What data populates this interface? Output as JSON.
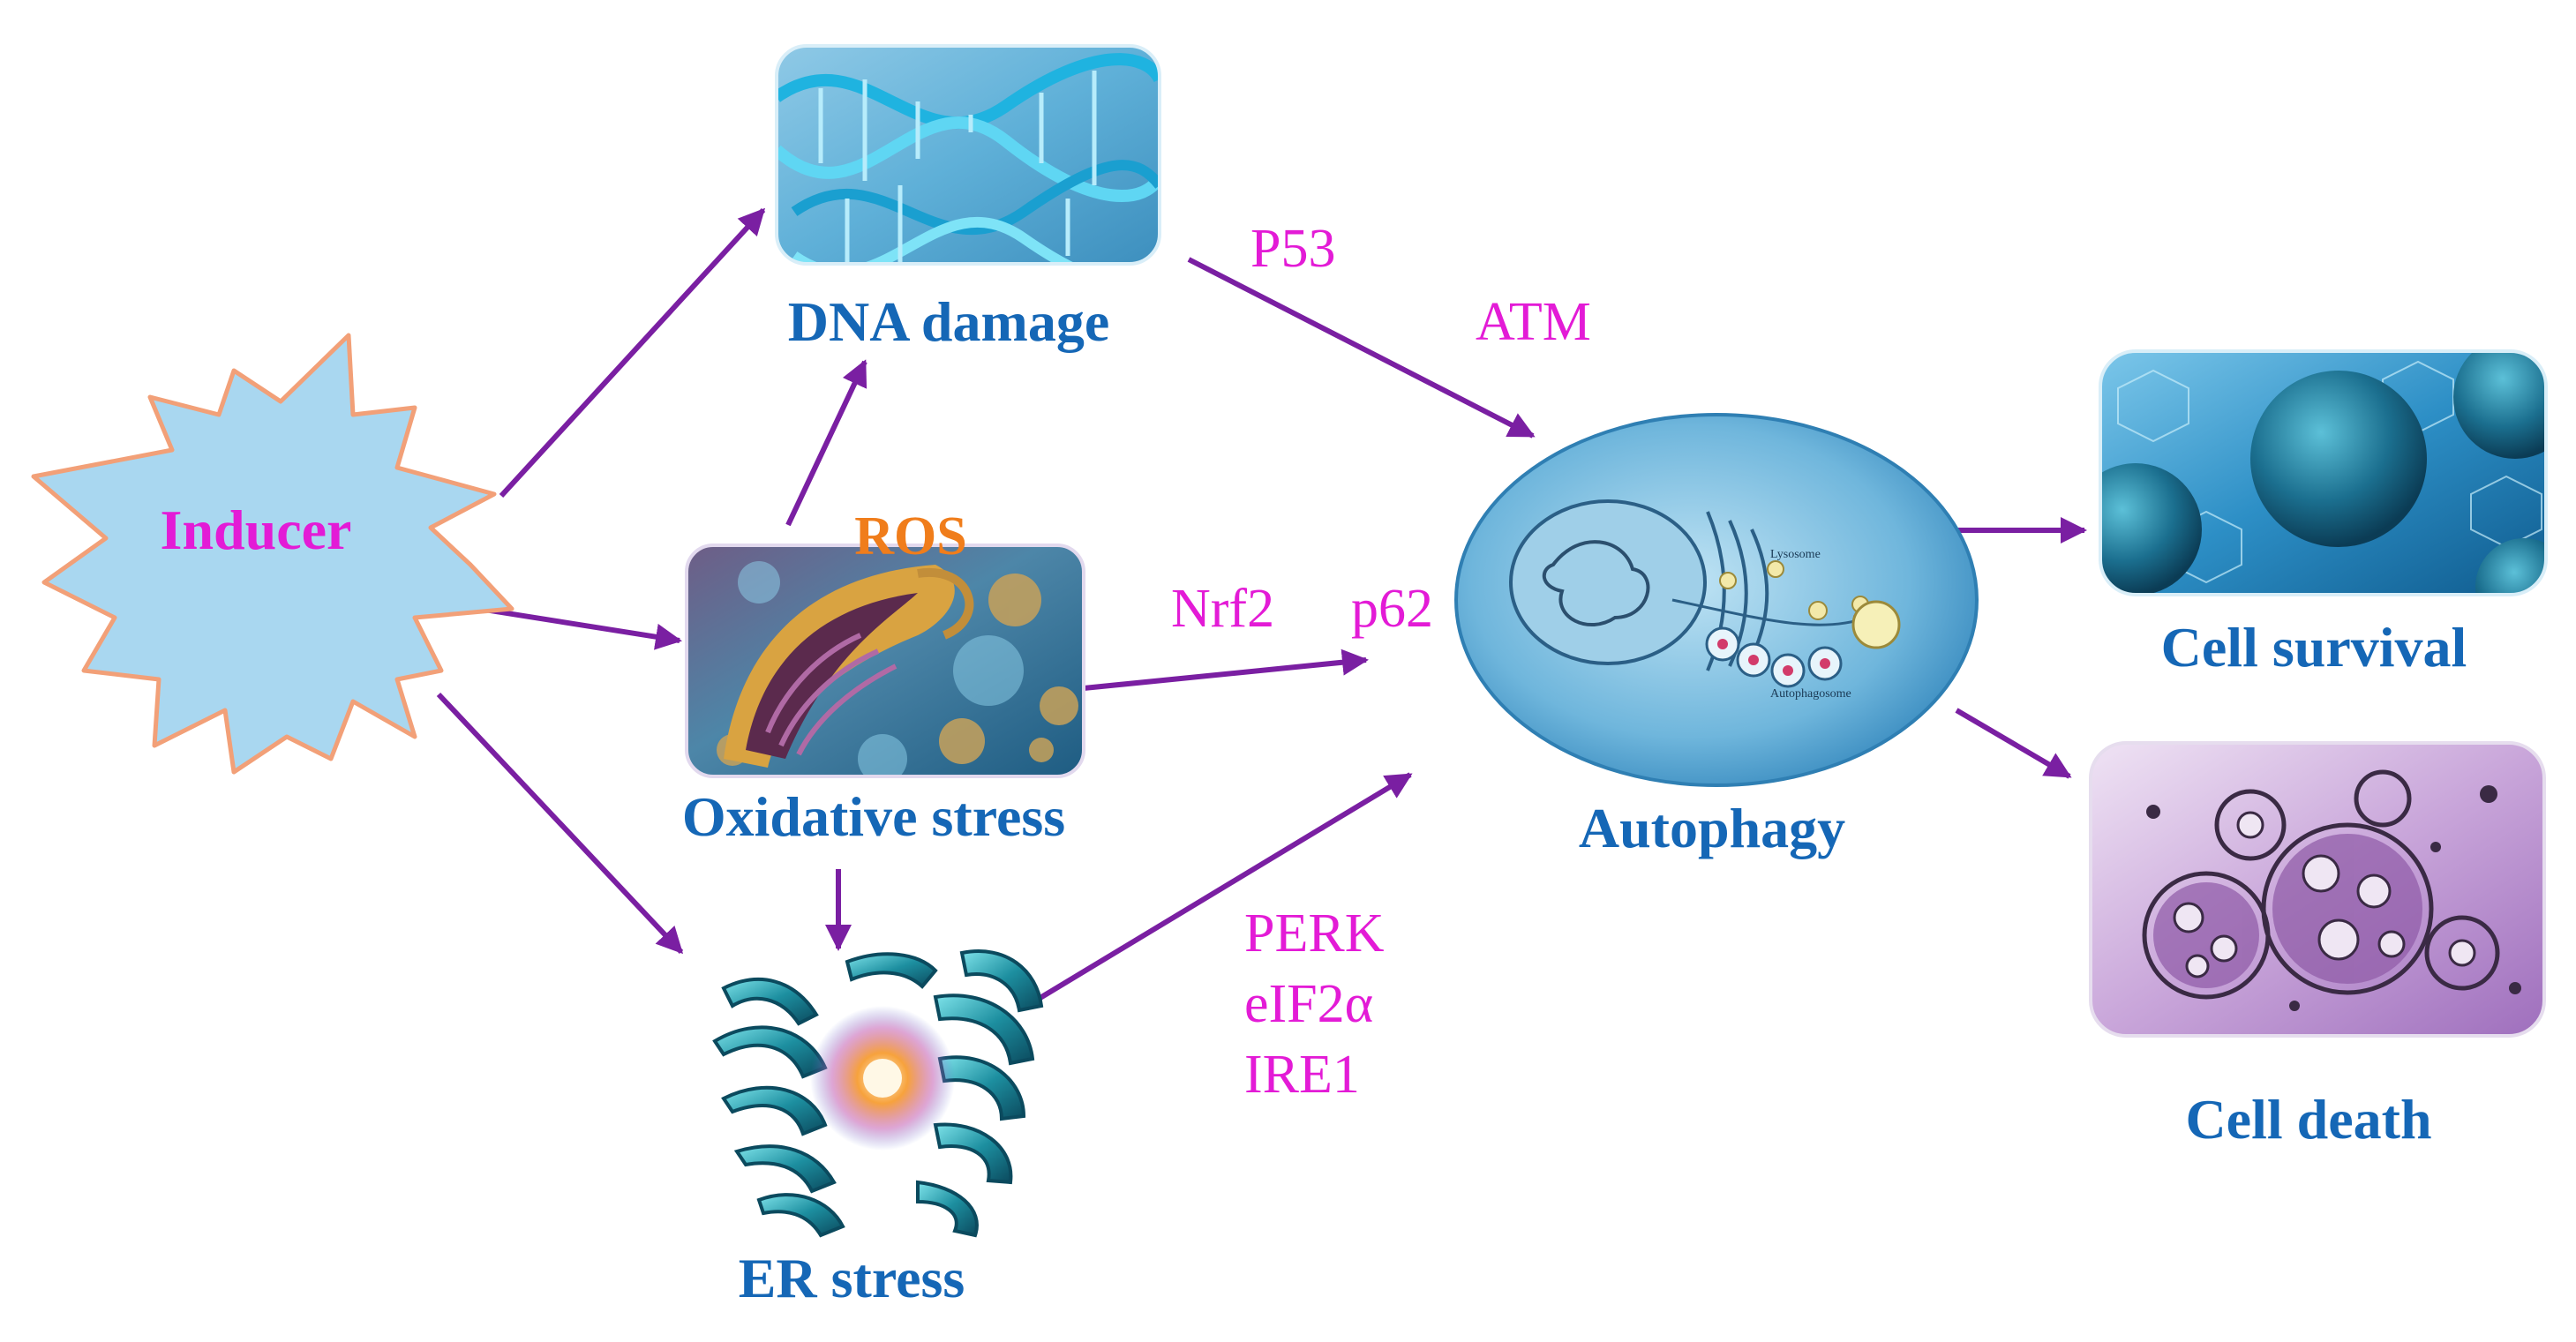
{
  "colors": {
    "arrow": "#7a1fa2",
    "node_title": "#1567b6",
    "pathway_label": "#e31bd6",
    "inducer_label": "#e31bd6",
    "ros_label": "#f07d1b",
    "starburst_fill": "#a9d7f0",
    "starburst_stroke": "#f2a078"
  },
  "nodes": {
    "inducer": {
      "label": "Inducer",
      "icon": "starburst-icon"
    },
    "dna_damage": {
      "label": "DNA damage",
      "icon": "dna-helix-icon"
    },
    "oxidative_stress": {
      "label": "Oxidative stress",
      "icon": "mitochondrion-icon",
      "overlay_label": "ROS"
    },
    "er_stress": {
      "label": "ER stress",
      "icon": "endoplasmic-reticulum-icon"
    },
    "autophagy": {
      "label": "Autophagy",
      "icon": "cell-icon",
      "inner_labels": {
        "lysosome": "Lysosome",
        "autophagosome": "Autophagosome"
      }
    },
    "cell_survival": {
      "label": "Cell survival",
      "icon": "healthy-cells-icon"
    },
    "cell_death": {
      "label": "Cell death",
      "icon": "dying-cells-icon"
    }
  },
  "pathway_labels": {
    "dna_to_autophagy": [
      "P53",
      "ATM"
    ],
    "oxidative_to_autophagy": [
      "Nrf2",
      "p62"
    ],
    "er_to_autophagy": [
      "PERK",
      "eIF2α",
      "IRE1"
    ]
  },
  "edges": [
    {
      "from": "inducer",
      "to": "dna_damage"
    },
    {
      "from": "inducer",
      "to": "oxidative_stress"
    },
    {
      "from": "inducer",
      "to": "er_stress"
    },
    {
      "from": "oxidative_stress",
      "to": "dna_damage"
    },
    {
      "from": "oxidative_stress",
      "to": "er_stress"
    },
    {
      "from": "dna_damage",
      "to": "autophagy"
    },
    {
      "from": "oxidative_stress",
      "to": "autophagy"
    },
    {
      "from": "er_stress",
      "to": "autophagy"
    },
    {
      "from": "autophagy",
      "to": "cell_survival"
    },
    {
      "from": "autophagy",
      "to": "cell_death"
    }
  ]
}
